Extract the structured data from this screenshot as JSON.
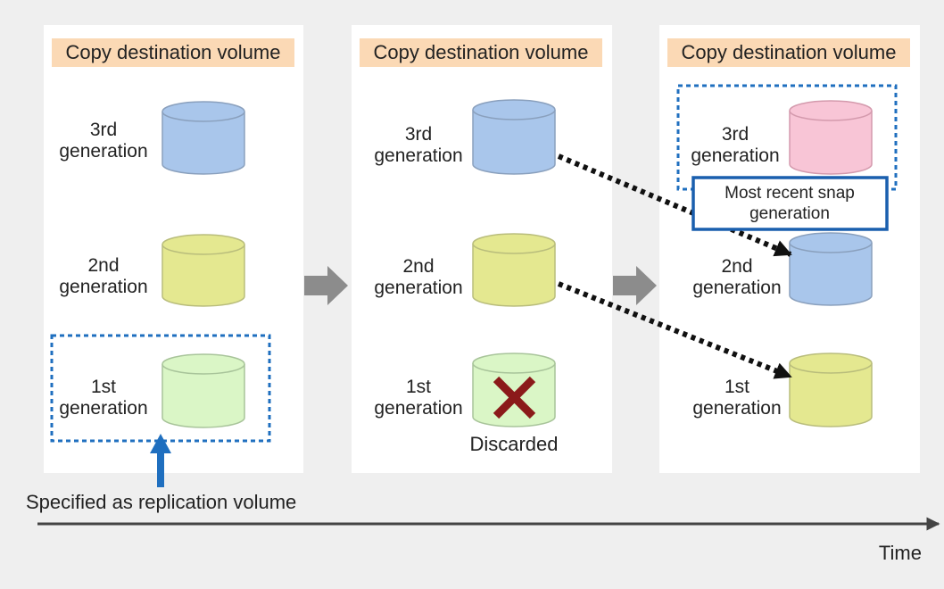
{
  "panels": [
    {
      "header": "Copy destination volume",
      "volumes": [
        {
          "line1": "3rd",
          "line2": "generation",
          "color": "#a9c6eb"
        },
        {
          "line1": "2nd",
          "line2": "generation",
          "color": "#e4e890"
        },
        {
          "line1": "1st",
          "line2": "generation",
          "color": "#daf6c6"
        }
      ]
    },
    {
      "header": "Copy destination volume",
      "volumes": [
        {
          "line1": "3rd",
          "line2": "generation",
          "color": "#a9c6eb"
        },
        {
          "line1": "2nd",
          "line2": "generation",
          "color": "#e4e890"
        },
        {
          "line1": "1st",
          "line2": "generation",
          "color": "#daf6c6"
        }
      ],
      "discarded_label": "Discarded"
    },
    {
      "header": "Copy destination volume",
      "volumes": [
        {
          "line1": "3rd",
          "line2": "generation",
          "color": "#f8c5d6"
        },
        {
          "line1": "2nd",
          "line2": "generation",
          "color": "#a9c6eb"
        },
        {
          "line1": "1st",
          "line2": "generation",
          "color": "#e4e890"
        }
      ],
      "callout": {
        "line1": "Most recent snap",
        "line2": "generation"
      }
    }
  ],
  "replication_label": "Specified as replication volume",
  "time_label": "Time",
  "colors": {
    "background": "#efefef",
    "panel": "#ffffff",
    "header_fill": "#fbd9b5",
    "dashed_box": "#1f6fbf",
    "callout_border": "#1a5fae",
    "flow_arrow": "#8c8c8c",
    "x_mark": "#8b1a1a",
    "time_axis": "#444444"
  }
}
